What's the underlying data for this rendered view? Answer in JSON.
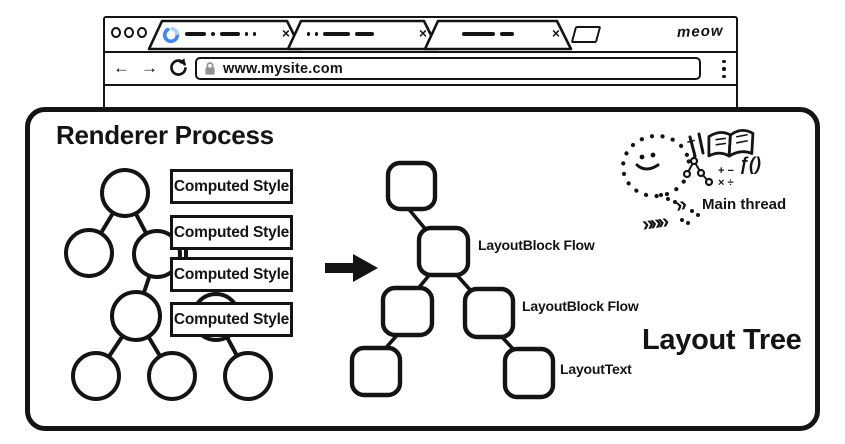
{
  "browser": {
    "signature": "meow",
    "url": "www.mysite.com",
    "nav": {
      "back": "←",
      "forward": "→"
    },
    "tabs": [
      {
        "close": "×",
        "state": "loading"
      },
      {
        "close": "×",
        "state": "idle"
      },
      {
        "close": "×",
        "state": "idle"
      }
    ]
  },
  "renderer": {
    "title": "Renderer Process",
    "computed_style": [
      "Computed Style",
      "Computed Style",
      "Computed Style",
      "Computed Style"
    ],
    "layout_tree": {
      "labels": [
        "LayoutBlock Flow",
        "LayoutBlock Flow",
        "LayoutText"
      ],
      "caption": "Layout Tree"
    },
    "main_thread": {
      "label": "Main thread",
      "fn": "ƒ()",
      "math_row1": "+ −",
      "math_row2": "× ÷",
      "chevron": "»",
      "chevrons": "»»»"
    }
  }
}
